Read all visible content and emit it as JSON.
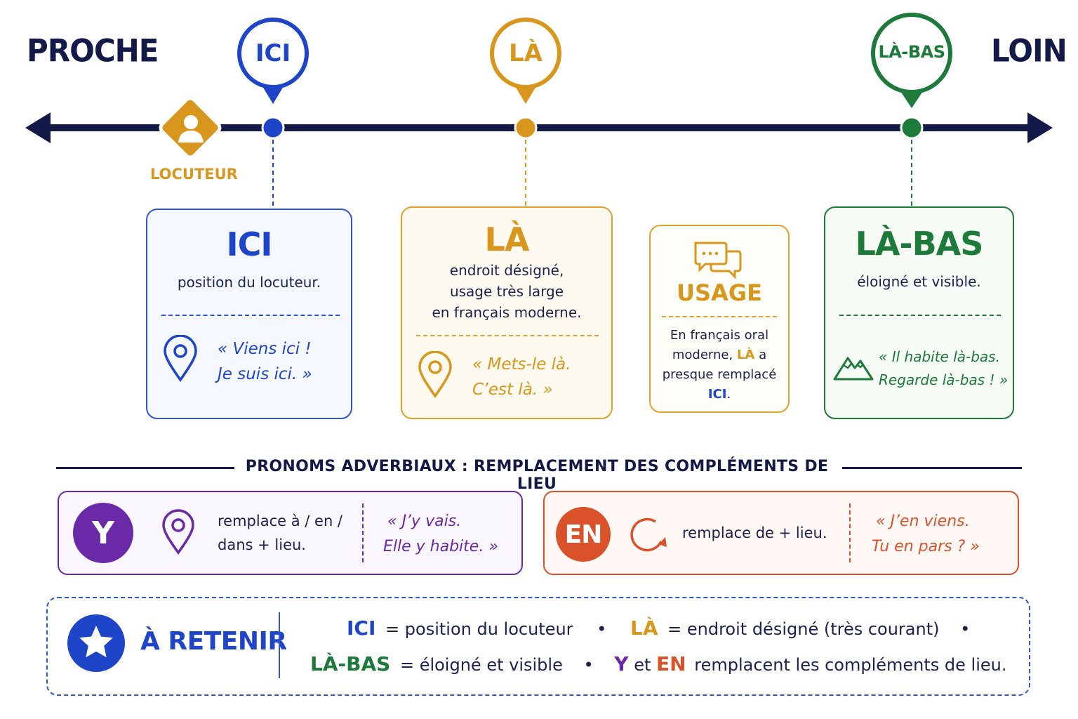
{
  "scale": {
    "left_label": "PROCHE",
    "right_label": "LOIN",
    "speaker_label": "LOCUTEUR"
  },
  "pins": {
    "ici": "ICI",
    "la": "LÀ",
    "labas": "LÀ-BAS"
  },
  "cards": {
    "ici": {
      "title": "ICI",
      "desc": "position du locuteur.",
      "example_line1": "« Viens ici !",
      "example_line2": "Je suis ici. »"
    },
    "la": {
      "title": "LÀ",
      "desc_line1": "endroit désigné,",
      "desc_line2": "usage très large",
      "desc_line3": "en français moderne.",
      "example_line1": "« Mets-le là.",
      "example_line2": "C’est là. »"
    },
    "usage": {
      "title": "USAGE",
      "line1": "En français oral",
      "line2_pre": "moderne,",
      "line2_kw": "LÀ",
      "line2_post": "a",
      "line3": "presque remplacé",
      "line4_kw": "ICI",
      "line4_post": "."
    },
    "labas": {
      "title": "LÀ-BAS",
      "desc": "éloigné et visible.",
      "example_line1": "« Il habite là-bas.",
      "example_line2": "Regarde là-bas ! »"
    }
  },
  "pronouns": {
    "section_title": "PRONOMS ADVERBIAUX : REMPLACEMENT DES COMPLÉMENTS DE LIEU",
    "y": {
      "badge": "Y",
      "text_line1": "remplace à / en /",
      "text_line2": "dans + lieu.",
      "example_line1": "« J’y vais.",
      "example_line2": "Elle y habite. »"
    },
    "en": {
      "badge": "EN",
      "text": "remplace de + lieu.",
      "example_line1": "« J’en viens.",
      "example_line2": "Tu en pars ? »"
    }
  },
  "retenir": {
    "title": "À RETENIR",
    "l1_kw1": "ICI",
    "l1_t1": "= position du locuteur",
    "bullet": "•",
    "l1_kw2": "LÀ",
    "l1_t2": "= endroit désigné (très courant)",
    "l2_kw1": "LÀ-BAS",
    "l2_t1": "= éloigné et visible",
    "l2_kw2": "Y",
    "l2_t2": "et",
    "l2_kw3": "EN",
    "l2_t3": "remplacent les compléments de lieu."
  },
  "colors": {
    "navy": "#141a48",
    "blue": "#1e44c8",
    "gold": "#d9961c",
    "green": "#1e7a3a",
    "purple": "#6a2aa8",
    "orange": "#d9522a"
  },
  "icons": {
    "speaker": "person-diamond-icon",
    "location": "map-pin-icon",
    "chat": "chat-bubbles-icon",
    "mountain": "mountain-icon",
    "cycle": "circular-arrow-icon",
    "star": "star-icon"
  }
}
